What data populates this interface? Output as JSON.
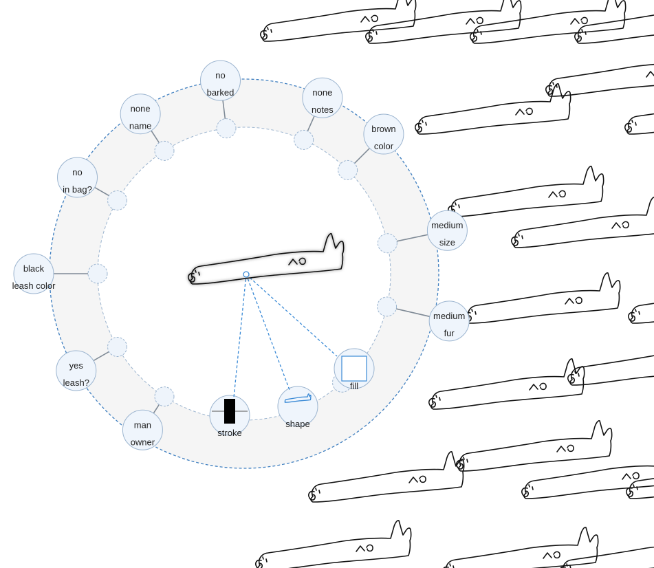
{
  "colors": {
    "ring_fill": "#f5f5f5",
    "ring_stroke": "#3f7fc0",
    "node_fill": "#eff5fc",
    "node_stroke": "#9bb4cf",
    "link_color": "#3a8ad6",
    "dog_stroke": "#111111"
  },
  "attributes": [
    {
      "id": "barked",
      "value": "no",
      "label": "barked"
    },
    {
      "id": "notes",
      "value": "none",
      "label": "notes"
    },
    {
      "id": "color",
      "value": "brown",
      "label": "color"
    },
    {
      "id": "size",
      "value": "medium",
      "label": "size"
    },
    {
      "id": "fur",
      "value": "medium",
      "label": "fur"
    },
    {
      "id": "owner",
      "value": "man",
      "label": "owner"
    },
    {
      "id": "leash",
      "value": "yes",
      "label": "leash?"
    },
    {
      "id": "leash-color",
      "value": "black",
      "label": "leash color"
    },
    {
      "id": "in-bag",
      "value": "no",
      "label": "in bag?"
    },
    {
      "id": "name",
      "value": "none",
      "label": "name"
    }
  ],
  "encodings": [
    {
      "id": "fill",
      "label": "fill",
      "icon": "empty-square-icon"
    },
    {
      "id": "shape",
      "label": "shape",
      "icon": "dog-shape-icon"
    },
    {
      "id": "stroke",
      "label": "stroke",
      "icon": "black-bar-icon"
    }
  ]
}
